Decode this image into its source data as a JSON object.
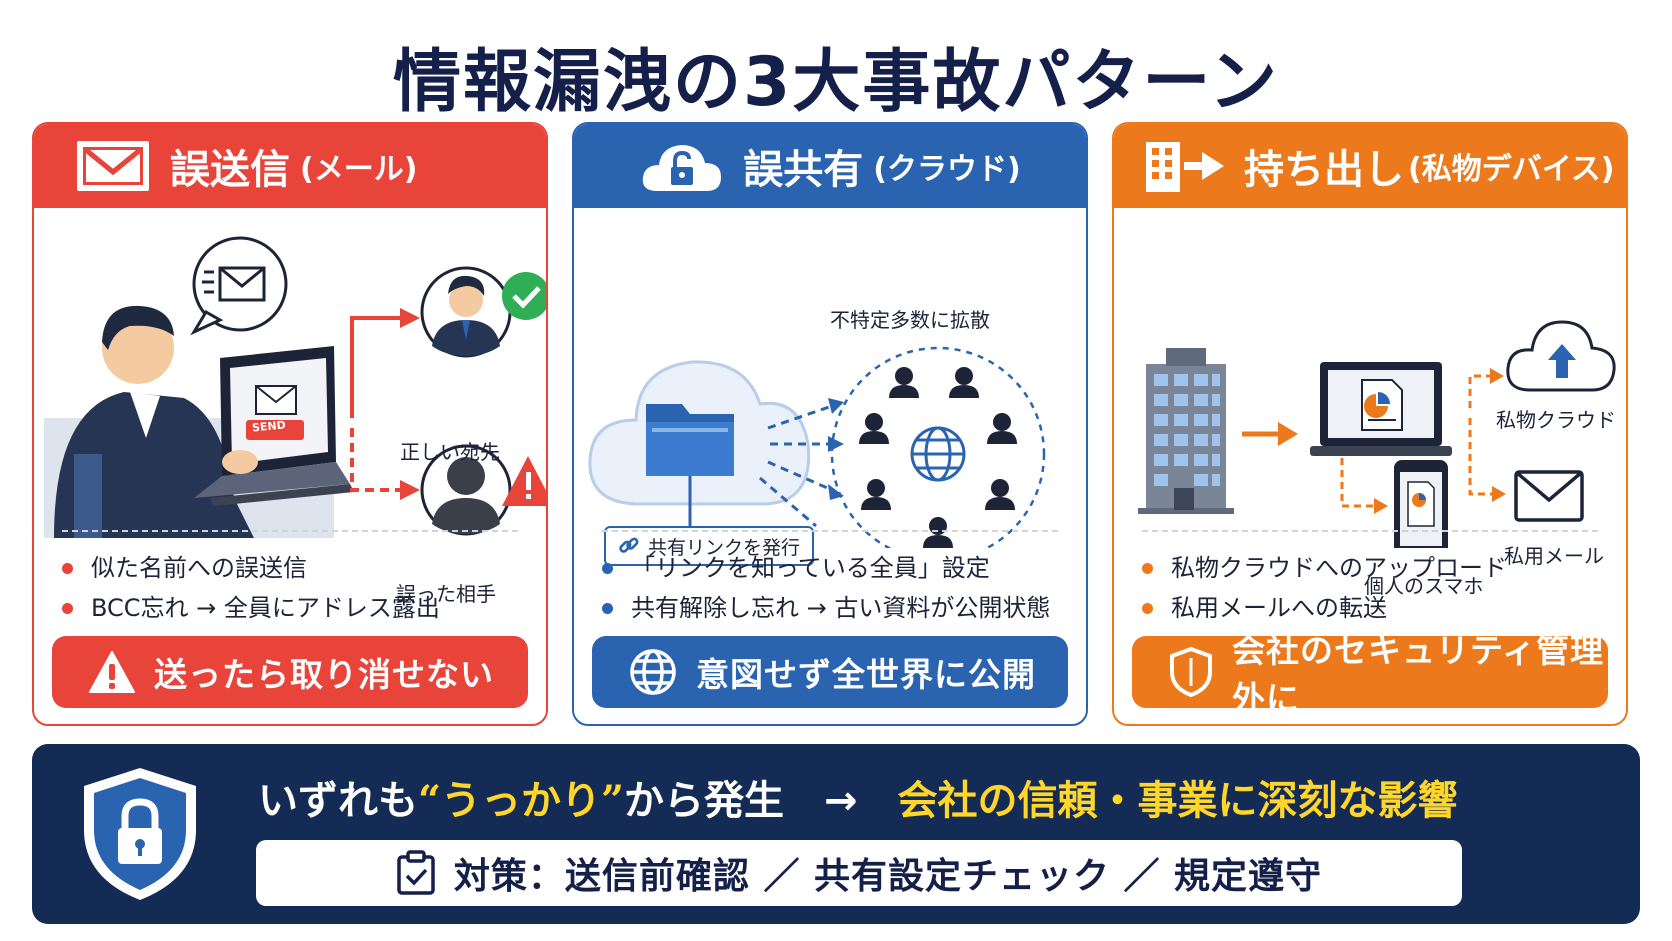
{
  "title": "情報漏洩の3大事故パターン",
  "colors": {
    "red": "#e8443a",
    "blue": "#2a64b0",
    "orange": "#ec7a1c",
    "navy": "#142b55",
    "yellow": "#ffd629"
  },
  "panels": [
    {
      "title": "誤送信",
      "subtitle": "(メール)",
      "icon": "envelope-icon",
      "labels": {
        "laptop_button": "SEND",
        "correct": "正しい宛先",
        "wrong": "誤った相手"
      },
      "bullets": [
        "似た名前への誤送信",
        "BCC忘れ → 全員にアドレス露出"
      ],
      "footer": "送ったら取り消せない",
      "footer_icon": "warning-icon"
    },
    {
      "title": "誤共有",
      "subtitle": "(クラウド)",
      "icon": "cloud-lock-icon",
      "labels": {
        "spread": "不特定多数に拡散",
        "link": "共有リンクを発行"
      },
      "bullets": [
        "「リンクを知っている全員」設定",
        "共有解除し忘れ → 古い資料が公開状態"
      ],
      "footer": "意図せず全世界に公開",
      "footer_icon": "globe-icon"
    },
    {
      "title": "持ち出し",
      "subtitle": "(私物デバイス)",
      "icon": "building-exit-icon",
      "labels": {
        "cloud": "私物クラウド",
        "phone": "個人のスマホ",
        "mail": "私用メール"
      },
      "bullets": [
        "私物クラウドへのアップロード",
        "私用メールへの転送"
      ],
      "footer": "会社のセキュリティ管理外に",
      "footer_icon": "shield-icon"
    }
  ],
  "bottom": {
    "headline_pre": "いずれも",
    "quote_open": "“",
    "headline_hl": "うっかり",
    "quote_close": "”",
    "headline_mid": "から発生　→　",
    "headline_end": "会社の信頼・事業に深刻な影響",
    "measures": "対策：送信前確認 ／ 共有設定チェック ／ 規定遵守",
    "icon": "shield-lock-icon"
  }
}
